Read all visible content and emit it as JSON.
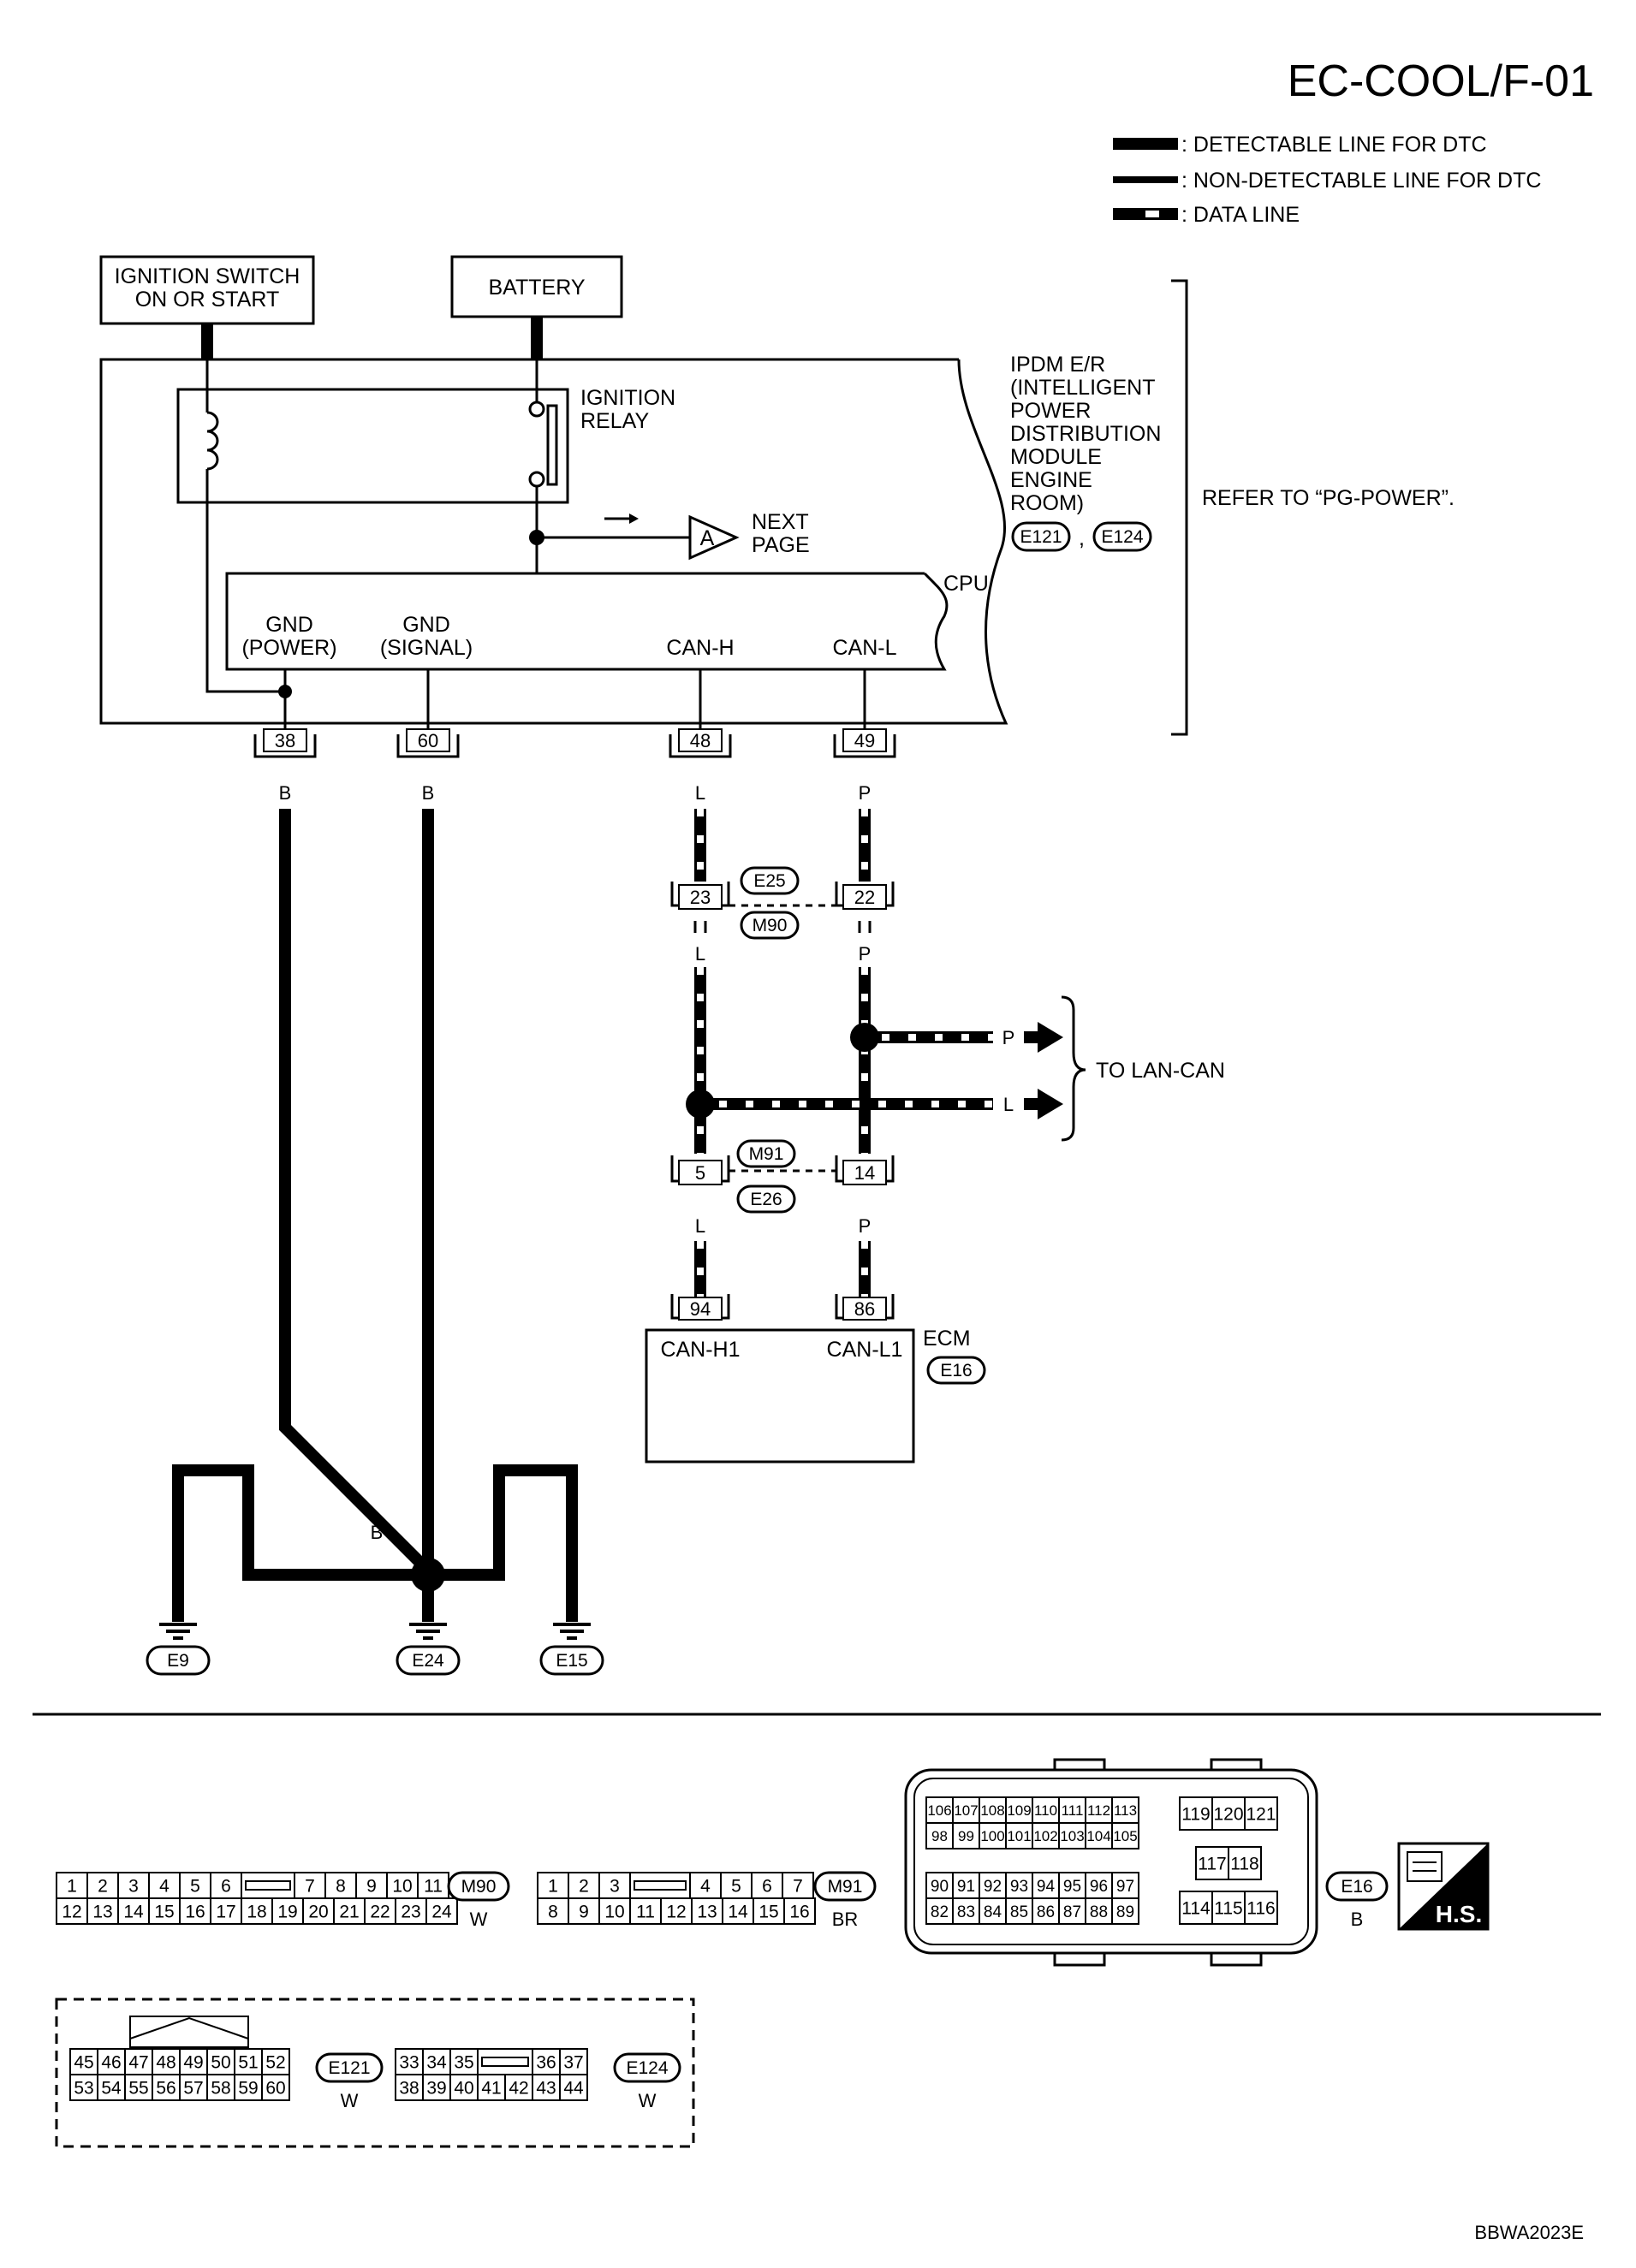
{
  "title": "EC-COOL/F-01",
  "figure_code": "BBWA2023E",
  "legend": [
    {
      "style": "detectable",
      "text": ": DETECTABLE LINE FOR DTC"
    },
    {
      "style": "non-detectable",
      "text": ": NON-DETECTABLE LINE FOR DTC"
    },
    {
      "style": "data",
      "text": ": DATA LINE"
    }
  ],
  "power": {
    "ignition_switch": [
      "IGNITION SWITCH",
      "ON OR START"
    ],
    "battery": "BATTERY"
  },
  "ipdm": {
    "relay": [
      "IGNITION",
      "RELAY"
    ],
    "name": [
      "IPDM E/R",
      "(INTELLIGENT",
      "POWER",
      "DISTRIBUTION",
      "MODULE",
      "ENGINE",
      "ROOM)"
    ],
    "connectors": [
      "E121",
      "E124"
    ],
    "conn_sep": ",",
    "refer": "REFER TO “PG-POWER”.",
    "cpu": "CPU",
    "next_marker": "A",
    "next_page": [
      "NEXT",
      "PAGE"
    ],
    "pins": [
      {
        "label": [
          "GND",
          "(POWER)"
        ],
        "pin": "38",
        "color": "B"
      },
      {
        "label": [
          "GND",
          "(SIGNAL)"
        ],
        "pin": "60",
        "color": "B"
      },
      {
        "label": [
          "CAN-H"
        ],
        "pin": "48",
        "color": "L"
      },
      {
        "label": [
          "CAN-L"
        ],
        "pin": "49",
        "color": "P"
      }
    ]
  },
  "joint1": {
    "top": "E25",
    "bottom": "M90",
    "pins": [
      "23",
      "22"
    ],
    "colors": [
      "L",
      "P"
    ]
  },
  "joint2": {
    "top": "M91",
    "bottom": "E26",
    "pins": [
      "5",
      "14"
    ],
    "colors": [
      "L",
      "P"
    ]
  },
  "to_lan": {
    "text": "TO LAN-CAN",
    "colors": [
      "P",
      "L"
    ]
  },
  "ecm": {
    "name": "ECM",
    "connector": "E16",
    "pins": [
      {
        "pin": "94",
        "label": "CAN-H1"
      },
      {
        "pin": "86",
        "label": "CAN-L1"
      }
    ]
  },
  "ground": {
    "wire_colors": [
      "B",
      "B",
      "B",
      "B",
      "B",
      "B"
    ],
    "grounds": [
      "E9",
      "E24",
      "E15"
    ]
  },
  "connector_views": {
    "m90": {
      "id": "M90",
      "color": "W",
      "top": [
        "1",
        "2",
        "3",
        "4",
        "5",
        "6",
        "",
        "7",
        "8",
        "9",
        "10",
        "11"
      ],
      "bottom": [
        "12",
        "13",
        "14",
        "15",
        "16",
        "17",
        "18",
        "19",
        "20",
        "21",
        "22",
        "23",
        "24"
      ]
    },
    "m91": {
      "id": "M91",
      "color": "BR",
      "top": [
        "1",
        "2",
        "3",
        "",
        "4",
        "5",
        "6",
        "7"
      ],
      "bottom": [
        "8",
        "9",
        "10",
        "11",
        "12",
        "13",
        "14",
        "15",
        "16"
      ]
    },
    "e16": {
      "id": "E16",
      "color": "B",
      "block1_top": [
        "106",
        "107",
        "108",
        "109",
        "110",
        "111",
        "112",
        "113"
      ],
      "block1_bottom": [
        "98",
        "99",
        "100",
        "101",
        "102",
        "103",
        "104",
        "105"
      ],
      "block2_top": [
        "90",
        "91",
        "92",
        "93",
        "94",
        "95",
        "96",
        "97"
      ],
      "block2_bottom": [
        "82",
        "83",
        "84",
        "85",
        "86",
        "87",
        "88",
        "89"
      ],
      "right_top": [
        "119",
        "120",
        "121"
      ],
      "right_mid": [
        "117",
        "118"
      ],
      "right_bottom": [
        "114",
        "115",
        "116"
      ]
    },
    "e121": {
      "id": "E121",
      "color": "W",
      "top": [
        "45",
        "46",
        "47",
        "48",
        "49",
        "50",
        "51",
        "52"
      ],
      "bottom": [
        "53",
        "54",
        "55",
        "56",
        "57",
        "58",
        "59",
        "60"
      ]
    },
    "e124": {
      "id": "E124",
      "color": "W",
      "top": [
        "33",
        "34",
        "35",
        "",
        "36",
        "37"
      ],
      "bottom": [
        "38",
        "39",
        "40",
        "41",
        "42",
        "43",
        "44"
      ]
    }
  },
  "hs_badge": "H.S."
}
